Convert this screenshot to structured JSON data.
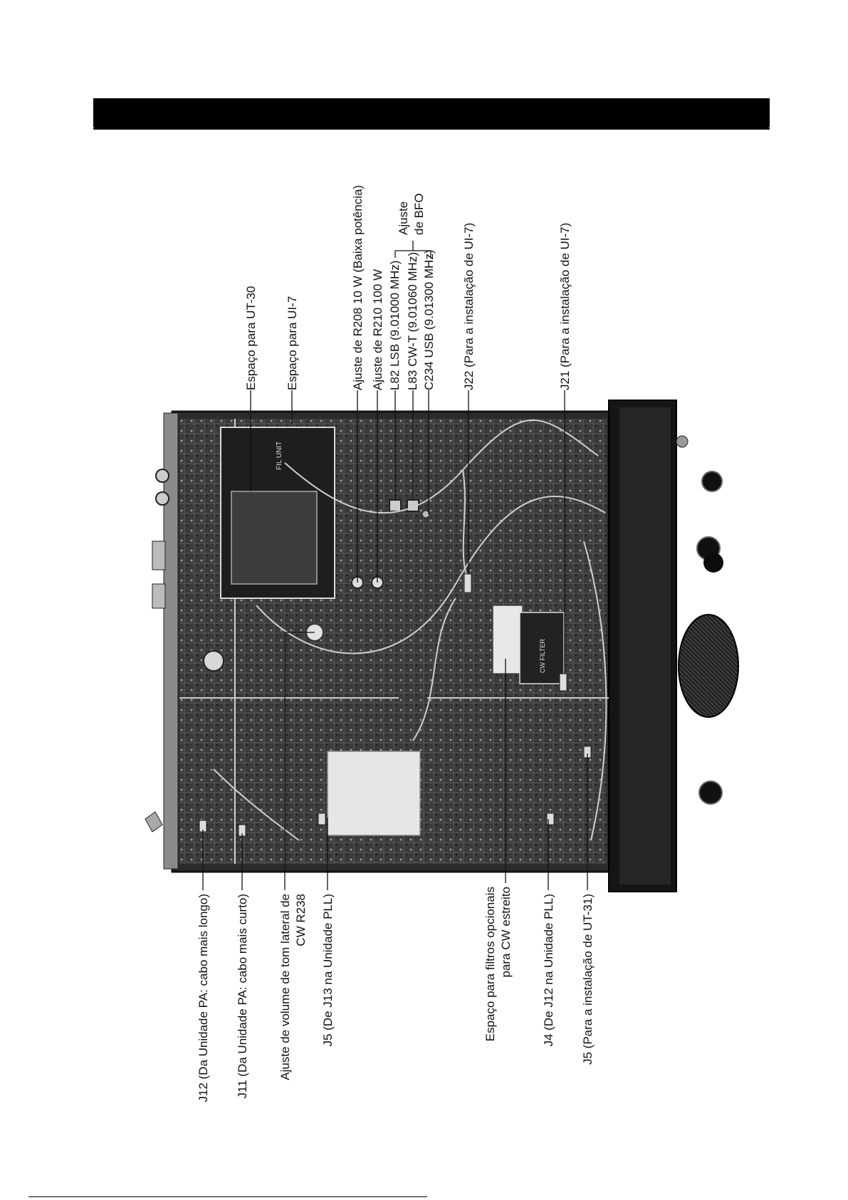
{
  "header": {
    "bar_color": "#000000"
  },
  "labels": {
    "ut30_space": "Espaço para UT-30",
    "ui7_space": "Espaço para UI-7",
    "r208": "Ajuste de R208 10 W (Baixa potência)",
    "r210": "Ajuste de R210 100 W",
    "l82": "L82  LSB  (9.01000 MHz)",
    "l83": "L83  CW-T  (9.01060 MHz)",
    "c234": "C234  USB  (9.01300 MHz)",
    "bfo_line1": "Ajuste",
    "bfo_line2": "de BFO",
    "j22": "J22 (Para a instalação de UI-7)",
    "j21": "J21 (Para a instalação de UI-7)",
    "j12": "J12 (Da Unidade PA: cabo mais longo)",
    "j11": "J11 (Da Unidade PA: cabo mais curto)",
    "r238_line1": "Ajuste de volume de tom lateral de",
    "r238_line2": "CW R238",
    "j5_pll": "J5 (De J13 na Unidade PLL)",
    "cw_filter_line1": "Espaço para filtros opcionais",
    "cw_filter_line2": "para CW estreito",
    "j4": "J4 (De J12 na Unidade PLL)",
    "j5_ut31": "J5 (Para a instalação de UT-31)"
  },
  "board": {
    "unit_text": "FIL UNIT",
    "filter_text": "CW FILTER"
  }
}
